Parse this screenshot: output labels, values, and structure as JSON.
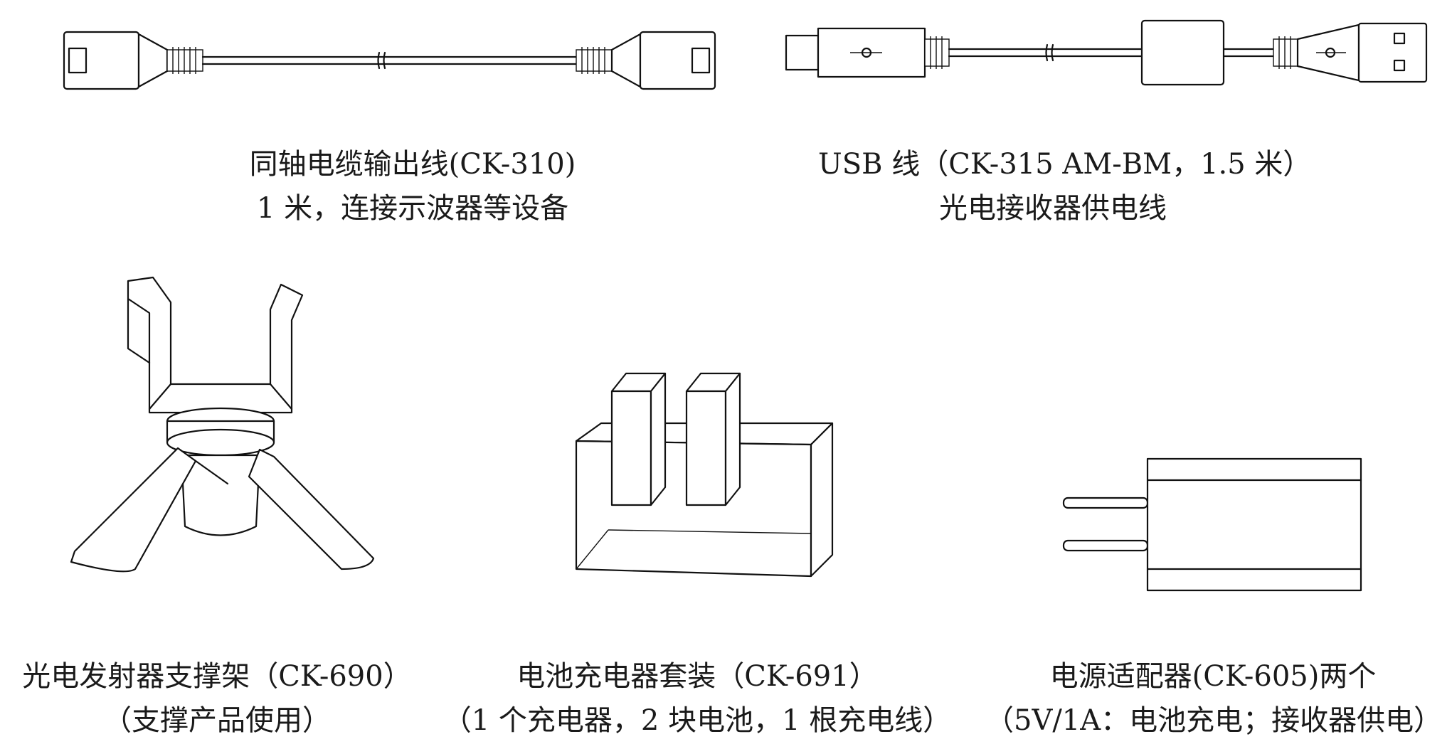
{
  "items": [
    {
      "icon": "coax-cable-icon",
      "caption_line1": "同轴电缆输出线(CK-310)",
      "caption_line2": "1 米，连接示波器等设备"
    },
    {
      "icon": "usb-cable-icon",
      "caption_line1": "USB 线（CK-315 AM-BM，1.5 米）",
      "caption_line2": "光电接收器供电线"
    },
    {
      "icon": "tripod-stand-icon",
      "caption_line1": "光电发射器支撑架（CK-690）",
      "caption_line2": "（支撑产品使用）"
    },
    {
      "icon": "battery-charger-icon",
      "caption_line1": "电池充电器套装（CK-691）",
      "caption_line2": "（1 个充电器，2 块电池，1 根充电线）"
    },
    {
      "icon": "power-adapter-icon",
      "caption_line1": "电源适配器(CK-605)两个",
      "caption_line2": "（5V/1A：电池充电；接收器供电）"
    }
  ]
}
